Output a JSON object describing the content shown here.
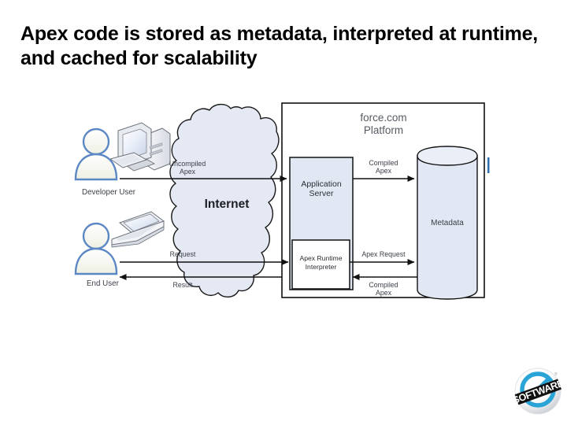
{
  "slide": {
    "title": "Apex code is stored as metadata, interpreted at runtime, and cached for scalability",
    "background_color": "#ffffff",
    "title_color": "#000000"
  },
  "diagram": {
    "type": "architecture-flow",
    "fill_color": "#e4e9f4",
    "stroke_color": "#1a1a1a",
    "actors": [
      {
        "id": "developer",
        "label": "Developer User",
        "device": "desktop-computer"
      },
      {
        "id": "enduser",
        "label": "End User",
        "device": "laptop-computer"
      }
    ],
    "network": {
      "label": "Internet",
      "shape": "cloud"
    },
    "platform": {
      "title_line1": "force.com",
      "title_line2": "Platform",
      "nodes": [
        {
          "id": "app-server",
          "label_line1": "Application",
          "label_line2": "Server",
          "shape": "rect",
          "filled": true
        },
        {
          "id": "apex-runtime",
          "label_line1": "Apex Runtime",
          "label_line2": "Interpreter",
          "shape": "rect",
          "filled": false
        },
        {
          "id": "metadata",
          "label": "Metadata",
          "shape": "cylinder",
          "filled": true
        }
      ]
    },
    "flows": [
      {
        "id": "uncompiled-apex",
        "label_line1": "Uncompiled",
        "label_line2": "Apex",
        "direction": "right",
        "from": "developer",
        "to": "app-server"
      },
      {
        "id": "request",
        "label_line1": "Request",
        "label_line2": "",
        "direction": "right",
        "from": "enduser",
        "to": "apex-runtime"
      },
      {
        "id": "result",
        "label_line1": "Result",
        "label_line2": "",
        "direction": "left",
        "from": "apex-runtime",
        "to": "enduser"
      },
      {
        "id": "compiled-apex-store",
        "label_line1": "Compiled",
        "label_line2": "Apex",
        "direction": "right",
        "from": "app-server",
        "to": "metadata"
      },
      {
        "id": "apex-request",
        "label_line1": "Apex Request",
        "label_line2": "",
        "direction": "right",
        "from": "apex-runtime",
        "to": "metadata"
      },
      {
        "id": "compiled-apex-fetch",
        "label_line1": "Compiled",
        "label_line2": "Apex",
        "direction": "left",
        "from": "metadata",
        "to": "apex-runtime"
      }
    ]
  },
  "logo": {
    "name": "no-software-logo",
    "text": "SOFTWARE",
    "trademark": "®",
    "ring_color": "#2aa3d6",
    "banner_color": "#111111"
  }
}
